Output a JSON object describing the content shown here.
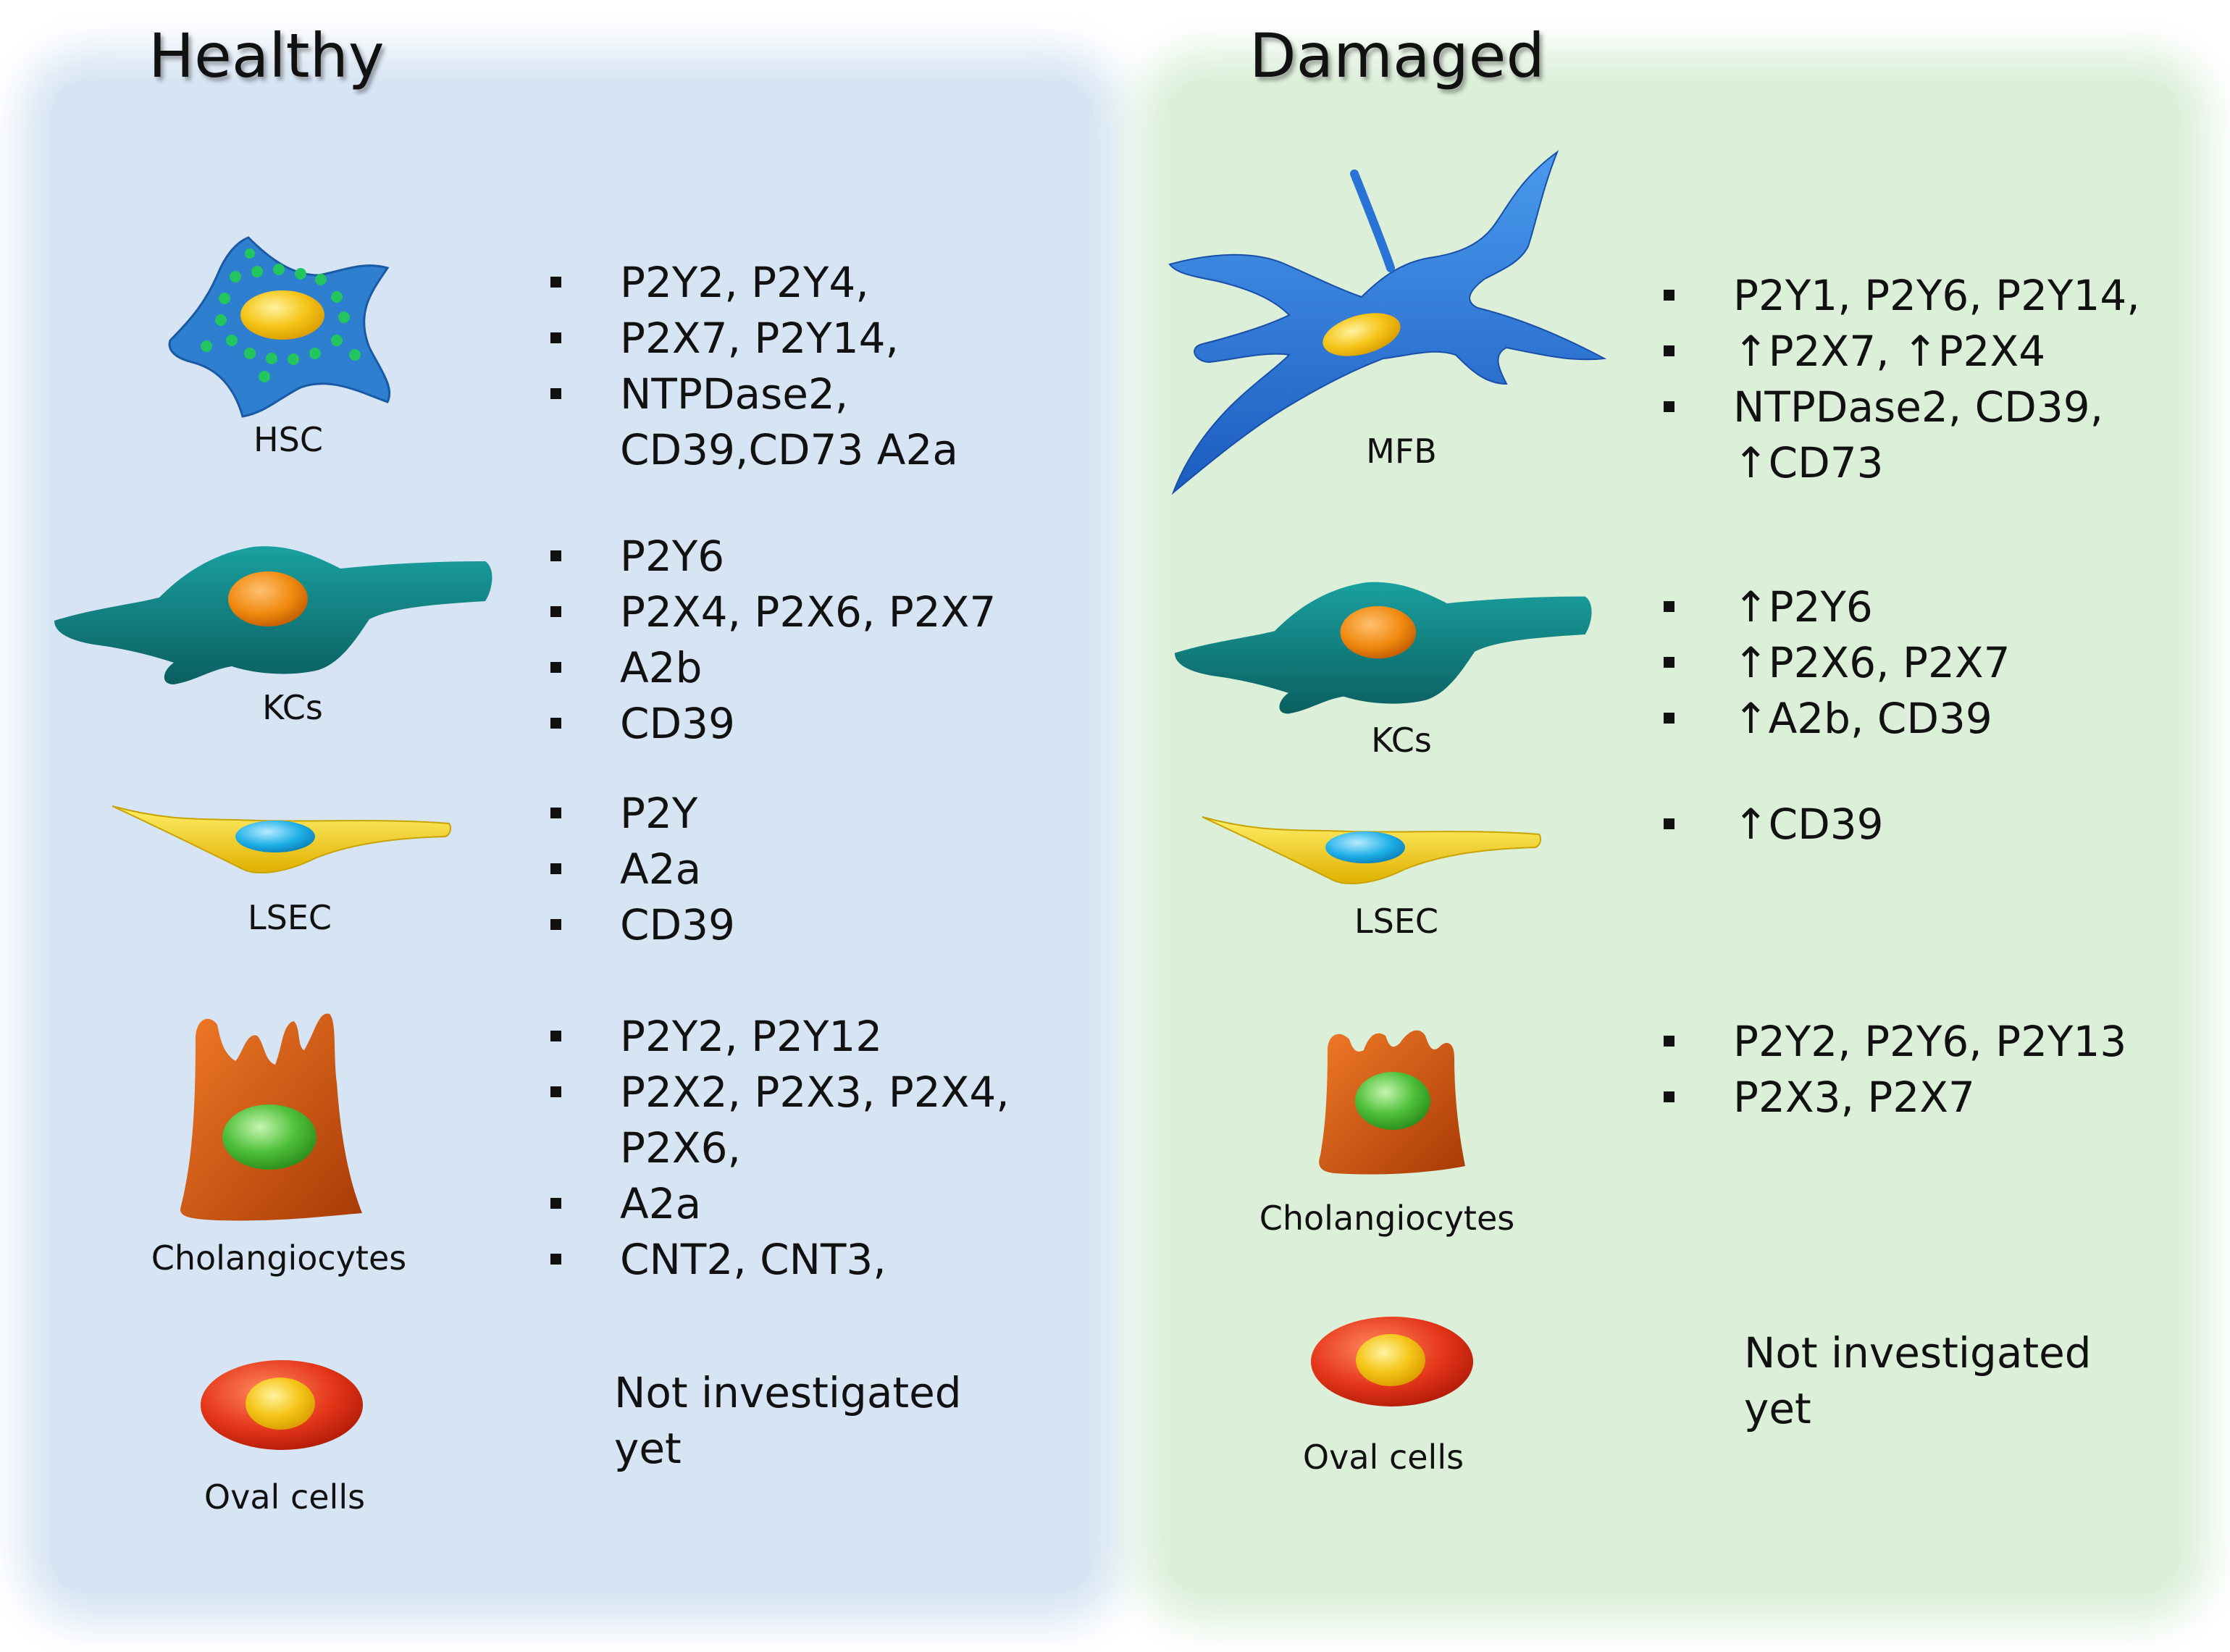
{
  "healthy": {
    "title": "Healthy",
    "cells": [
      {
        "label": "HSC",
        "receptors": [
          "P2Y2, P2Y4,",
          "P2X7, P2Y14,",
          "NTPDase2,\nCD39,CD73 A2a"
        ]
      },
      {
        "label": "KCs",
        "receptors": [
          "P2Y6",
          "P2X4, P2X6, P2X7",
          "A2b",
          "CD39"
        ]
      },
      {
        "label": "LSEC",
        "receptors": [
          "P2Y",
          "A2a",
          "CD39"
        ]
      },
      {
        "label": "Cholangiocytes",
        "receptors": [
          "P2Y2, P2Y12",
          "P2X2, P2X3, P2X4,\nP2X6,",
          "A2a",
          "CNT2, CNT3,"
        ]
      },
      {
        "label": "Oval cells",
        "note": "Not investigated\nyet"
      }
    ]
  },
  "damaged": {
    "title": "Damaged",
    "cells": [
      {
        "label": "MFB",
        "receptors": [
          "P2Y1, P2Y6, P2Y14,",
          "↑P2X7, ↑P2X4",
          "NTPDase2, CD39,\n↑CD73"
        ]
      },
      {
        "label": "KCs",
        "receptors": [
          "↑P2Y6",
          "↑P2X6, P2X7",
          "↑A2b, CD39"
        ]
      },
      {
        "label": "LSEC",
        "receptors": [
          "↑CD39"
        ]
      },
      {
        "label": "Cholangiocytes",
        "receptors": [
          "P2Y2, P2Y6, P2Y13",
          "P2X3, P2X7"
        ]
      },
      {
        "label": "Oval cells",
        "note": "Not investigated\nyet"
      }
    ]
  },
  "colors": {
    "healthy_bg": "#d6e4f3",
    "damaged_bg": "#dbefd9",
    "hsc": "#2f7fd0",
    "hsc_dots": "#22c55e",
    "nucleus_yellow": "#f5c518",
    "kupffer": "#127a7a",
    "kupffer_nucleus": "#f08a10",
    "lsec": "#f3d31c",
    "lsec_nucleus": "#1fb0e8",
    "cholangiocyte": "#d4540d",
    "cholangiocyte_nucleus": "#4fc03a",
    "oval": "#e5361a",
    "myofibroblast": "#2a73d6"
  },
  "icons": [
    "hsc-cell-icon",
    "kupffer-cell-icon",
    "lsec-cell-icon",
    "cholangiocyte-cell-icon",
    "oval-cell-icon",
    "myofibroblast-cell-icon"
  ]
}
